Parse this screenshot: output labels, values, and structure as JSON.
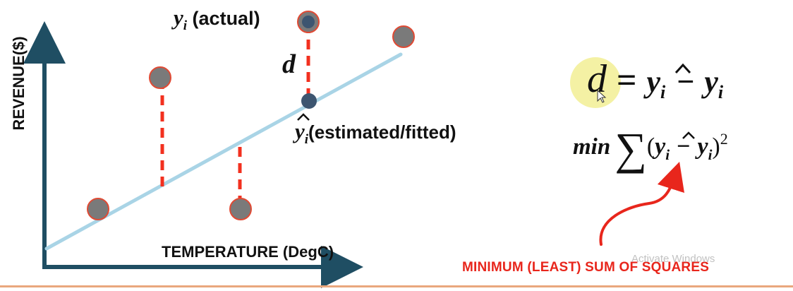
{
  "axes": {
    "y_label": "REVENUE($)",
    "x_label": "TEMPERATURE (DegC)"
  },
  "annotations": {
    "actual_var": "y",
    "actual_sub": "i",
    "actual_text": " (actual)",
    "distance": "d",
    "fitted_var": "y",
    "fitted_sub": "i",
    "fitted_text": "(estimated/fitted)"
  },
  "formula": {
    "lhs": "d",
    "equals": "=",
    "yhat": "y",
    "sub_i": "i",
    "minus": "−",
    "y": "y",
    "min": "min",
    "sigma": "∑",
    "open_paren": "(",
    "close_paren": ")",
    "power": "2"
  },
  "caption": "MINIMUM (LEAST) SUM OF SQUARES",
  "watermark": "Activate Windows",
  "colors": {
    "axis": "#1f4e63",
    "fit_line": "#a9d4e6",
    "residual": "#f2301f",
    "point_fill": "#7a7a7a",
    "point_stroke": "#e04a34",
    "highlight_point": "#3d5570",
    "cursor_highlight": "#f3ef9a",
    "arrow": "#e8261c"
  }
}
